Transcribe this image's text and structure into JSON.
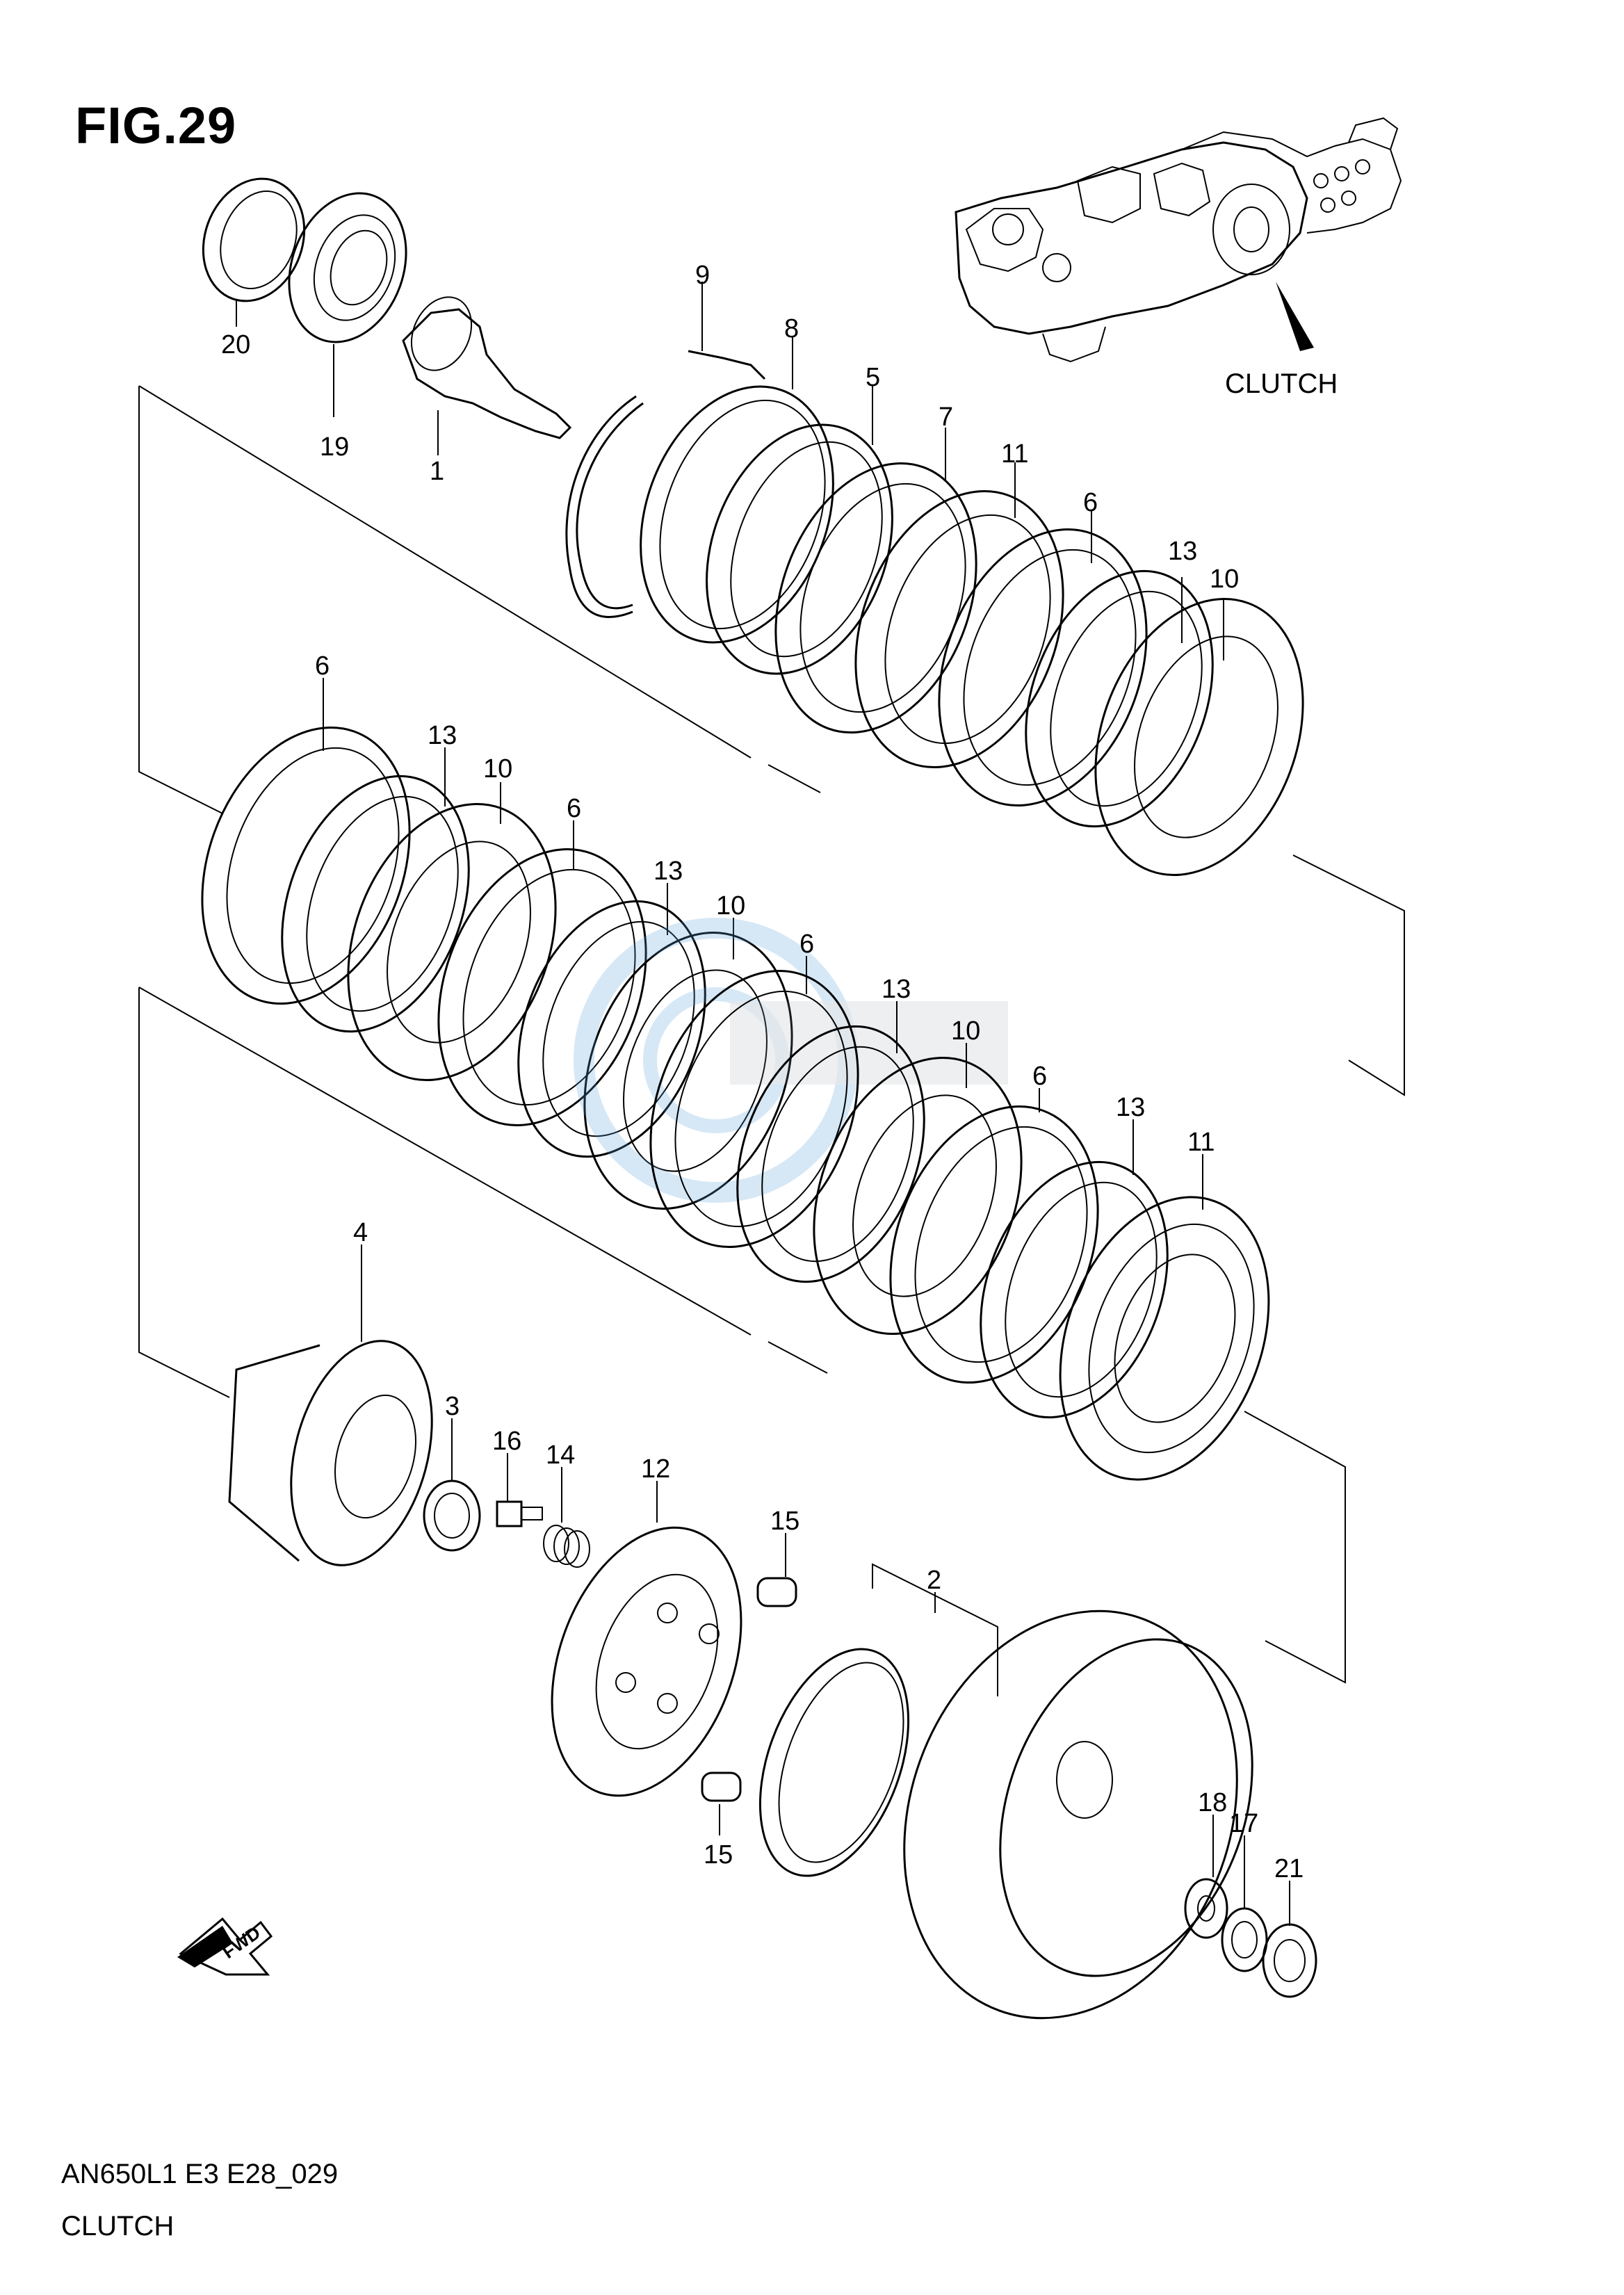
{
  "figure": {
    "title": "FIG.29",
    "model_code": "AN650L1 E3 E28_029",
    "caption": "CLUTCH"
  },
  "engine_view": {
    "label": "CLUTCH"
  },
  "direction_marker": {
    "label": "FWD",
    "icon": "fwd-arrow-icon"
  },
  "callouts": {
    "c1": "1",
    "c2": "2",
    "c3": "3",
    "c4": "4",
    "c5": "5",
    "c6a": "6",
    "c6b": "6",
    "c6c": "6",
    "c6d": "6",
    "c6e": "6",
    "c7": "7",
    "c8": "8",
    "c9": "9",
    "c10a": "10",
    "c10b": "10",
    "c10c": "10",
    "c10d": "10",
    "c11a": "11",
    "c11b": "11",
    "c12": "12",
    "c13a": "13",
    "c13b": "13",
    "c13c": "13",
    "c13d": "13",
    "c13e": "13",
    "c14": "14",
    "c15a": "15",
    "c15b": "15",
    "c16": "16",
    "c17": "17",
    "c18": "18",
    "c19": "19",
    "c20": "20",
    "c21": "21"
  }
}
